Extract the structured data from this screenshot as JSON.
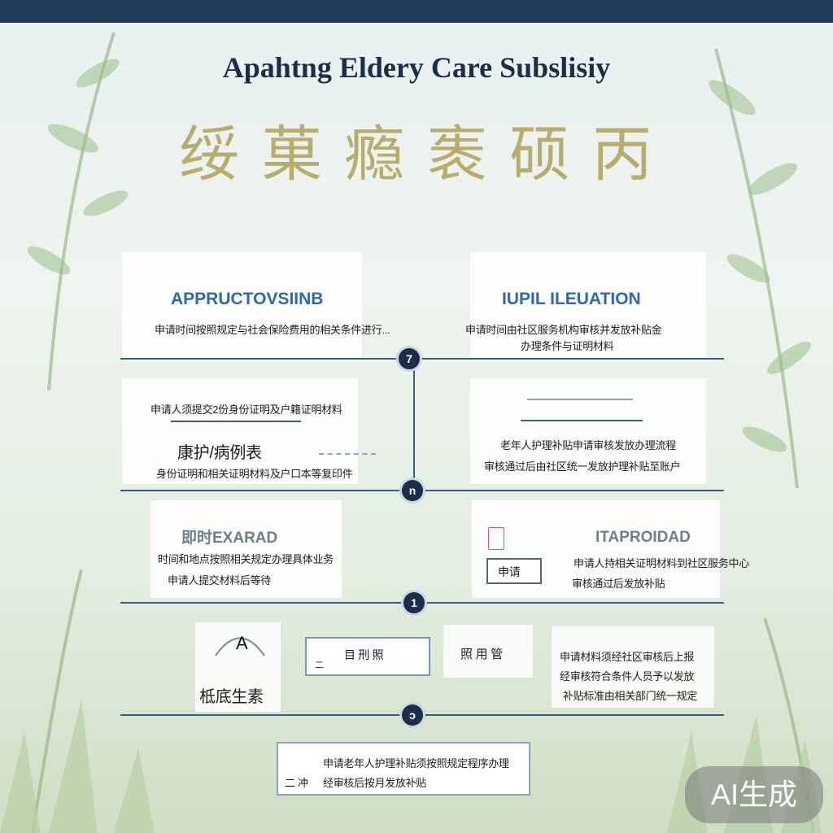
{
  "header": {
    "title": "Apahtng Eldery Care Subslisiy",
    "subtitle": "绥 菓 瘾 袠 硕 丙"
  },
  "sections": {
    "s1_left": {
      "heading": "APPRUCTOVSIINB",
      "line1": "申请时间按照规定与社会保险费用的相关条件进行..."
    },
    "s1_right": {
      "heading": "IUPIL ILEUATION",
      "line1": "申请时间由社区服务机构审核并发放补贴金",
      "line2": "办理条件与证明材料"
    },
    "s2_left": {
      "line1": "申请人须提交2份身份证明及户籍证明材料",
      "line2": "康护/病例表",
      "line3": "身份证明和相关证明材料及户口本等复印件"
    },
    "s2_right": {
      "line1": "老年人护理补贴申请审核发放办理流程",
      "line2": "审核通过后由社区统一发放护理补贴至账户"
    },
    "s3_left": {
      "heading": "即时EXARAD",
      "line1": "时间和地点按照相关规定办理具体业务",
      "line2": "申请人提交材料后等待"
    },
    "s3_right": {
      "heading": "ITAPROIDAD",
      "box_label": "申请",
      "line1": "申请人持相关证明材料到社区服务中心",
      "line2": "审核通过后发放补贴"
    },
    "s4": {
      "arch_label": "A",
      "left_label": "柢底生素",
      "box_label": "目  刑     照",
      "box_sub": "二",
      "mid_label": "照  用  管",
      "right1": "申请材料须经社区审核后上报",
      "right2": "经审核符合条件人员予以发放",
      "right3": "补贴标准由相关部门统一规定"
    },
    "s5": {
      "line1": "申请老年人护理补贴须按照规定程序办理",
      "line2": "经审核后按月发放补贴",
      "prefix": "二 冲"
    }
  },
  "timeline": {
    "nodes": [
      "7",
      "n",
      "1",
      "ↄ"
    ]
  },
  "badge": {
    "label": "AI生成"
  },
  "colors": {
    "accent": "#2e6aa8",
    "dark": "#1b2d49",
    "line": "#3c5e80",
    "gold": "#b9ad6b"
  }
}
